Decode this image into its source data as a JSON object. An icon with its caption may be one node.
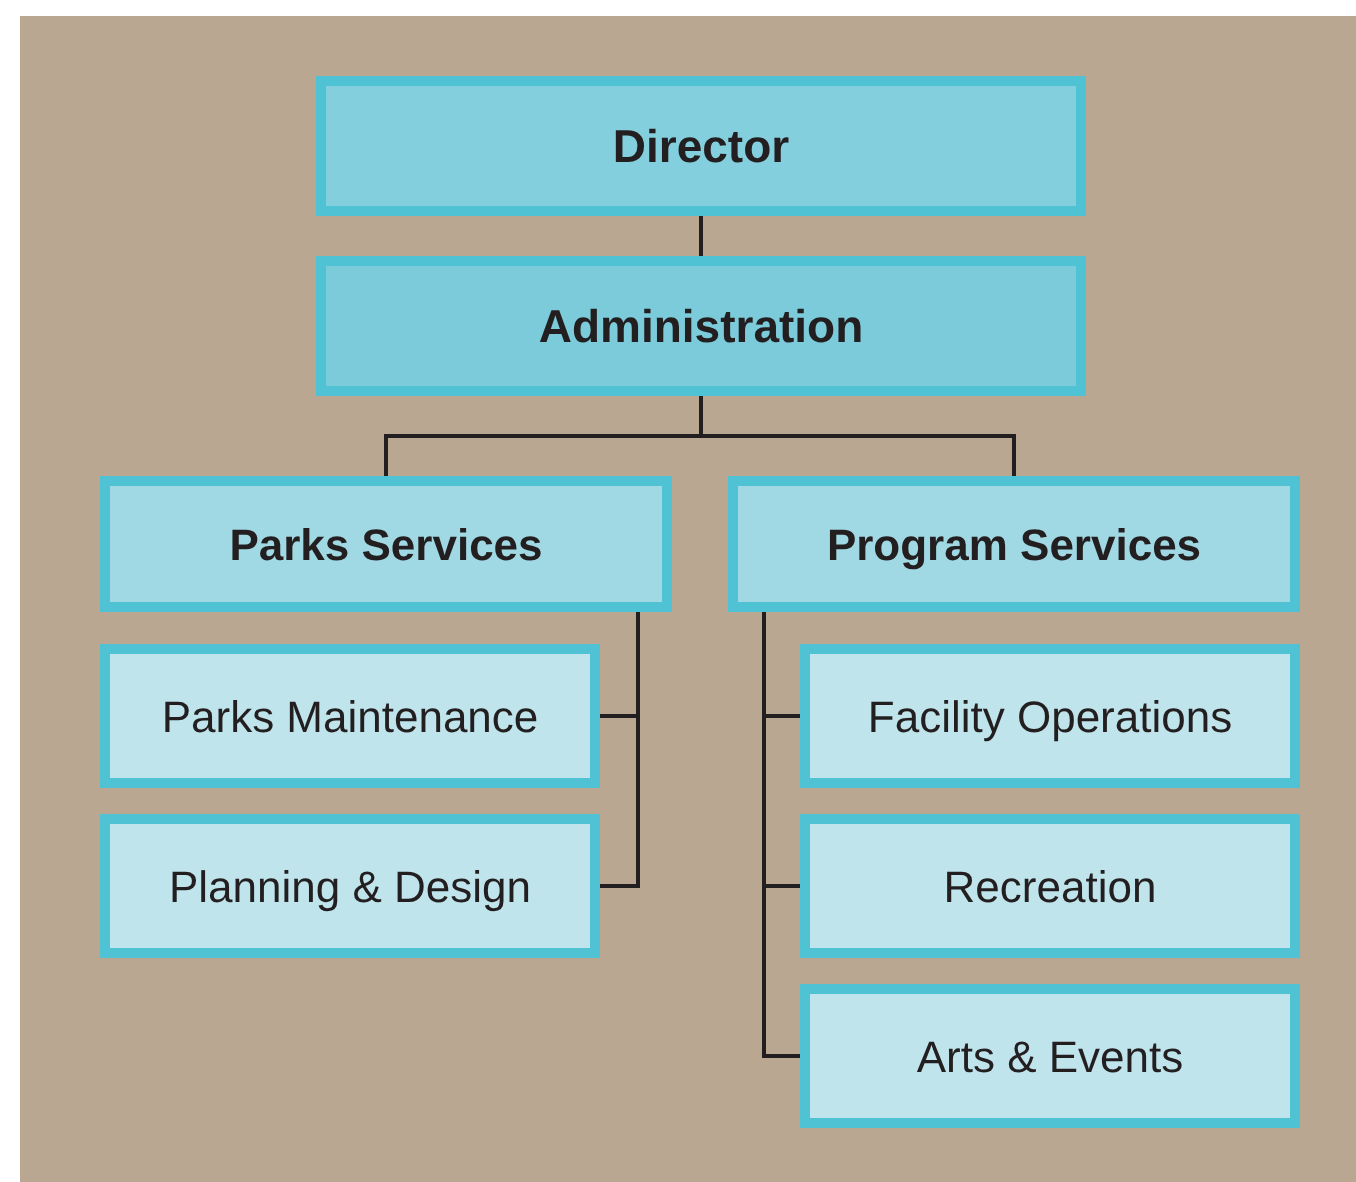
{
  "diagram": {
    "nodes": [
      {
        "text": [
          "Director"
        ]
      },
      {
        "text": [
          "Administration"
        ]
      },
      {
        "text": [
          "Parks Services"
        ]
      },
      {
        "text": [
          "Program Services"
        ]
      },
      {
        "text": [
          "Parks Maintenance"
        ]
      },
      {
        "text": [
          "Planning & Design"
        ]
      },
      {
        "text": [
          "Facility Operations"
        ]
      },
      {
        "text": [
          "Recreation"
        ]
      },
      {
        "text": [
          "Arts & Events"
        ]
      }
    ],
    "edges": [
      {
        "from": 0,
        "to": 1,
        "arrow": "none"
      },
      {
        "from": 1,
        "to": 2,
        "arrow": "none"
      },
      {
        "from": 1,
        "to": 3,
        "arrow": "none"
      },
      {
        "from": 2,
        "to": 4,
        "arrow": "none"
      },
      {
        "from": 2,
        "to": 5,
        "arrow": "none"
      },
      {
        "from": 3,
        "to": 6,
        "arrow": "none"
      },
      {
        "from": 3,
        "to": 7,
        "arrow": "none"
      },
      {
        "from": 3,
        "to": 8,
        "arrow": "none"
      }
    ]
  }
}
